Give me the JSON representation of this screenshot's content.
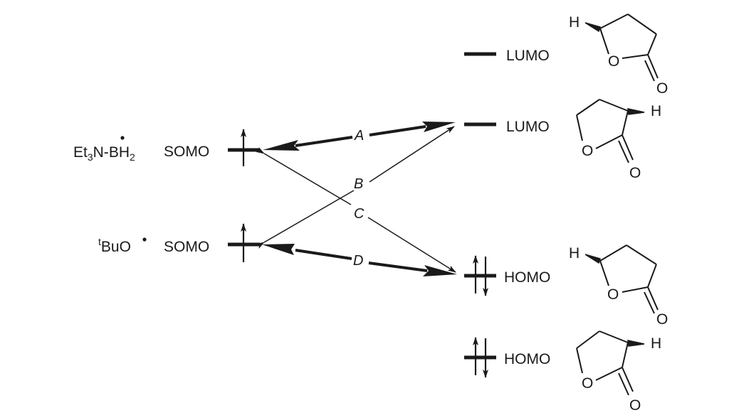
{
  "radicals": [
    {
      "name_main": "Et",
      "name_sub3": "3",
      "name_mid": "N-",
      "name_B": "B",
      "name_H": "H",
      "name_sub2": "2",
      "orbital": "SOMO"
    },
    {
      "sup": "t",
      "name": "BuO",
      "orbital": "SOMO"
    }
  ],
  "levels": {
    "lumo_1": "LUMO",
    "lumo_2": "LUMO",
    "homo_1": "HOMO",
    "homo_2": "HOMO"
  },
  "interactions": [
    "A",
    "B",
    "C",
    "D"
  ],
  "atoms": {
    "H": "H",
    "O": "O"
  },
  "colors": {
    "ink": "#1a1a1a",
    "background": "#ffffff"
  }
}
